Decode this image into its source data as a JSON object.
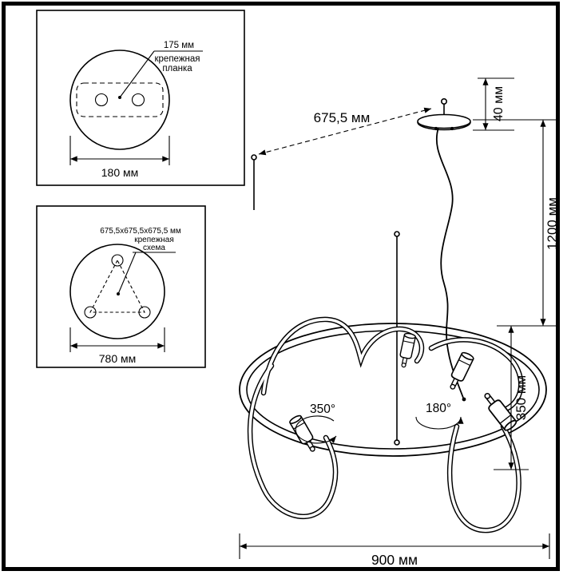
{
  "page": {
    "background": "#ffffff",
    "line_color": "#000000"
  },
  "insets": {
    "mount_plate": {
      "hole_spacing_label": "175 мм",
      "caption_line1": "крепежная",
      "caption_line2": "планка",
      "width_label": "180 мм"
    },
    "mount_scheme": {
      "spacing_label": "675,5x675,5x675,5 мм",
      "caption_line1": "крепежная",
      "caption_line2": "схема",
      "width_label": "780 мм"
    }
  },
  "fixture": {
    "top_span_label": "675,5 мм",
    "canopy_height_label": "40 мм",
    "suspension_length_label": "1200 мм",
    "body_height_label": "350 мм",
    "diameter_label": "900 мм",
    "rotation_full_label": "350°",
    "rotation_half_label": "180°"
  }
}
